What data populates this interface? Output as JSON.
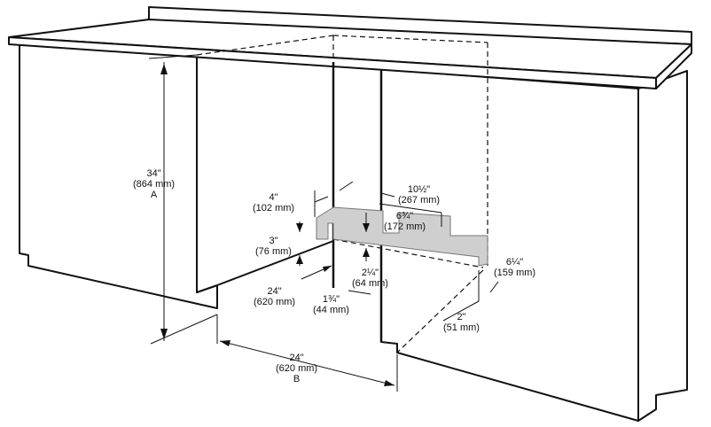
{
  "title": "Dishwasher installation opening dimensions",
  "colors": {
    "line": "#111111",
    "bracket_fill": "#cfcfcf"
  },
  "dimensions": {
    "height_a": {
      "in": "34\"",
      "mm": "(864 mm)",
      "tag": "A"
    },
    "depth_b": {
      "in": "24\"",
      "mm": "(620 mm)",
      "tag": "B"
    },
    "depth_side": {
      "in": "24\"",
      "mm": "(620 mm)"
    },
    "width_4": {
      "in": "4\"",
      "mm": "(102 mm)"
    },
    "height_3": {
      "in": "3\"",
      "mm": "(76 mm)"
    },
    "width_10_5": {
      "in": "10½\"",
      "mm": "(267 mm)"
    },
    "width_6_75": {
      "in": "6¾\"",
      "mm": "(172 mm)"
    },
    "height_2_25": {
      "in": "2¼\"",
      "mm": "(64 mm)"
    },
    "width_1_75": {
      "in": "1¾\"",
      "mm": "(44 mm)"
    },
    "width_6_25": {
      "in": "6¼\"",
      "mm": "(159 mm)"
    },
    "width_2": {
      "in": "2\"",
      "mm": "(51 mm)"
    }
  }
}
